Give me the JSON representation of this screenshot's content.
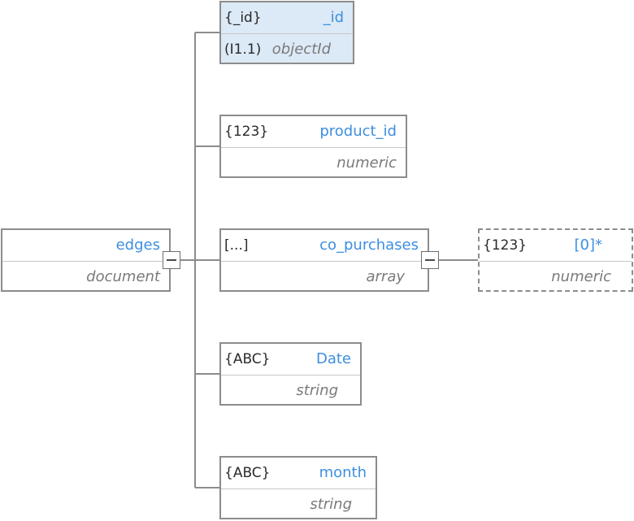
{
  "root": {
    "name": "edges",
    "type": "document"
  },
  "fields": [
    {
      "badge": "{_id}",
      "index": "(I1.1)",
      "name": "_id",
      "type": "objectId"
    },
    {
      "badge": "{123}",
      "index": "",
      "name": "product_id",
      "type": "numeric"
    },
    {
      "badge": "[...]",
      "index": "",
      "name": "co_purchases",
      "type": "array"
    },
    {
      "badge": "{ABC}",
      "index": "",
      "name": "Date",
      "type": "string"
    },
    {
      "badge": "{ABC}",
      "index": "",
      "name": "month",
      "type": "string"
    }
  ],
  "array_item": {
    "badge": "{123}",
    "name": "[0]*",
    "type": "numeric"
  },
  "colors": {
    "field_name": "#3d8fde",
    "type_text": "#7a7a7a",
    "border": "#8c8c8c",
    "highlight_bg": "#dce9f6",
    "connector": "#8c8c8c"
  }
}
